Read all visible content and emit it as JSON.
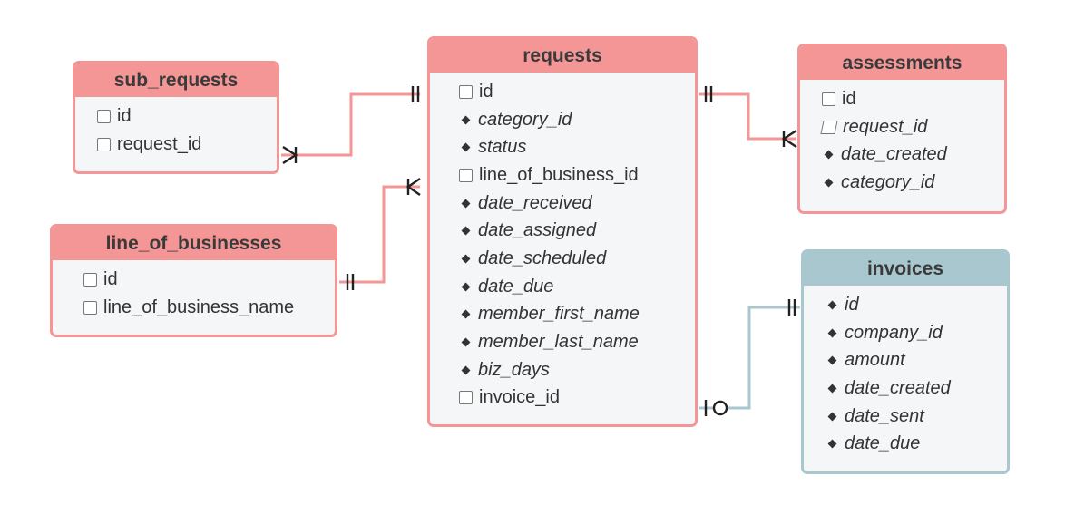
{
  "tables": {
    "sub_requests": {
      "name": "sub_requests",
      "fields": [
        {
          "label": "id",
          "icon": "key-icon"
        },
        {
          "label": "request_id",
          "icon": "key-icon"
        }
      ]
    },
    "line_of_businesses": {
      "name": "line_of_businesses",
      "fields": [
        {
          "label": "id",
          "icon": "key-icon"
        },
        {
          "label": "line_of_business_name",
          "icon": "key-icon"
        }
      ]
    },
    "requests": {
      "name": "requests",
      "fields": [
        {
          "label": "id",
          "icon": "key-icon"
        },
        {
          "label": "category_id",
          "icon": "diamond-icon"
        },
        {
          "label": "status",
          "icon": "diamond-icon"
        },
        {
          "label": "line_of_business_id",
          "icon": "key-icon"
        },
        {
          "label": "date_received",
          "icon": "diamond-icon"
        },
        {
          "label": "date_assigned",
          "icon": "diamond-icon"
        },
        {
          "label": "date_scheduled",
          "icon": "diamond-icon"
        },
        {
          "label": "date_due",
          "icon": "diamond-icon"
        },
        {
          "label": "member_first_name",
          "icon": "diamond-icon"
        },
        {
          "label": "member_last_name",
          "icon": "diamond-icon"
        },
        {
          "label": "biz_days",
          "icon": "diamond-icon"
        },
        {
          "label": "invoice_id",
          "icon": "key-icon"
        }
      ]
    },
    "assessments": {
      "name": "assessments",
      "fields": [
        {
          "label": "id",
          "icon": "key-icon"
        },
        {
          "label": "request_id",
          "icon": "foreign-key-icon"
        },
        {
          "label": "date_created",
          "icon": "diamond-icon"
        },
        {
          "label": "category_id",
          "icon": "diamond-icon"
        }
      ]
    },
    "invoices": {
      "name": "invoices",
      "fields": [
        {
          "label": "id",
          "icon": "diamond-icon"
        },
        {
          "label": "company_id",
          "icon": "diamond-icon"
        },
        {
          "label": "amount",
          "icon": "diamond-icon"
        },
        {
          "label": "date_created",
          "icon": "diamond-icon"
        },
        {
          "label": "date_sent",
          "icon": "diamond-icon"
        },
        {
          "label": "date_due",
          "icon": "diamond-icon"
        }
      ]
    }
  },
  "relationships": [
    {
      "from": "requests",
      "to": "sub_requests",
      "from_card": "one-and-only-one",
      "to_card": "one-or-many"
    },
    {
      "from": "requests",
      "to": "line_of_businesses",
      "from_card": "one-or-many",
      "to_card": "one-and-only-one"
    },
    {
      "from": "requests",
      "to": "assessments",
      "from_card": "one-and-only-one",
      "to_card": "one-or-many"
    },
    {
      "from": "requests",
      "to": "invoices",
      "from_card": "zero-or-one",
      "to_card": "one-and-only-one"
    }
  ],
  "colors": {
    "red": "#f49596",
    "blue": "#a9c7ce",
    "line_red": "#f49596",
    "line_blue": "#a9c7ce"
  }
}
